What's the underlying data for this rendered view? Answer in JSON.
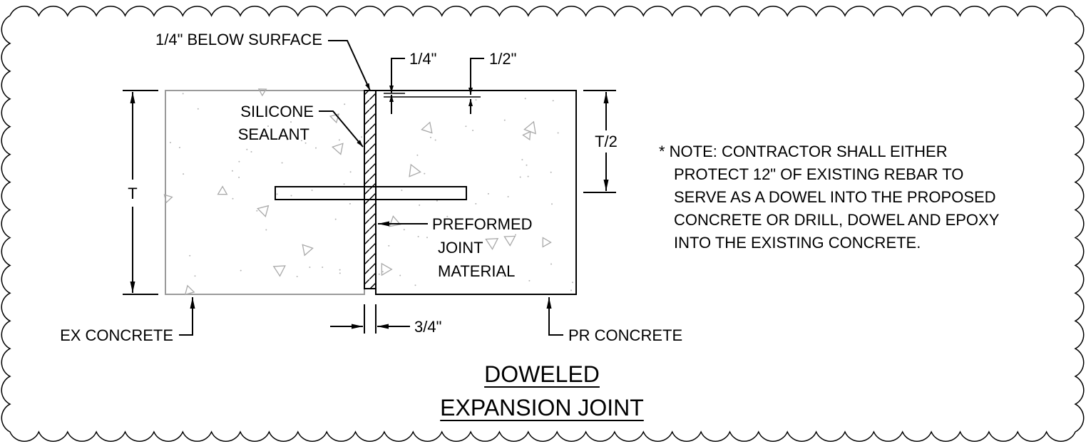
{
  "title": {
    "line1": "DOWELED",
    "line2": "EXPANSION JOINT"
  },
  "labels": {
    "below_surface": "1/4\" BELOW SURFACE",
    "dim_quarter": "1/4\"",
    "dim_half": "1/2\"",
    "sealant_line1": "SILICONE",
    "sealant_line2": "SEALANT",
    "thickness": "T",
    "half_thickness": "T/2",
    "preformed_line1": "PREFORMED",
    "preformed_line2": "JOINT",
    "preformed_line3": "MATERIAL",
    "joint_width": "3/4\"",
    "ex_concrete": "EX CONCRETE",
    "pr_concrete": "PR CONCRETE"
  },
  "note": {
    "lines": [
      "* NOTE: CONTRACTOR SHALL EITHER",
      "PROTECT 12\" OF EXISTING REBAR TO",
      "SERVE AS A DOWEL INTO THE PROPOSED",
      "CONCRETE OR DRILL, DOWEL AND EPOXY",
      "INTO THE EXISTING CONCRETE."
    ]
  },
  "colors": {
    "line": "#000000",
    "existing_outline": "#9a9a9a",
    "aggregate": "#a9a9a9"
  }
}
